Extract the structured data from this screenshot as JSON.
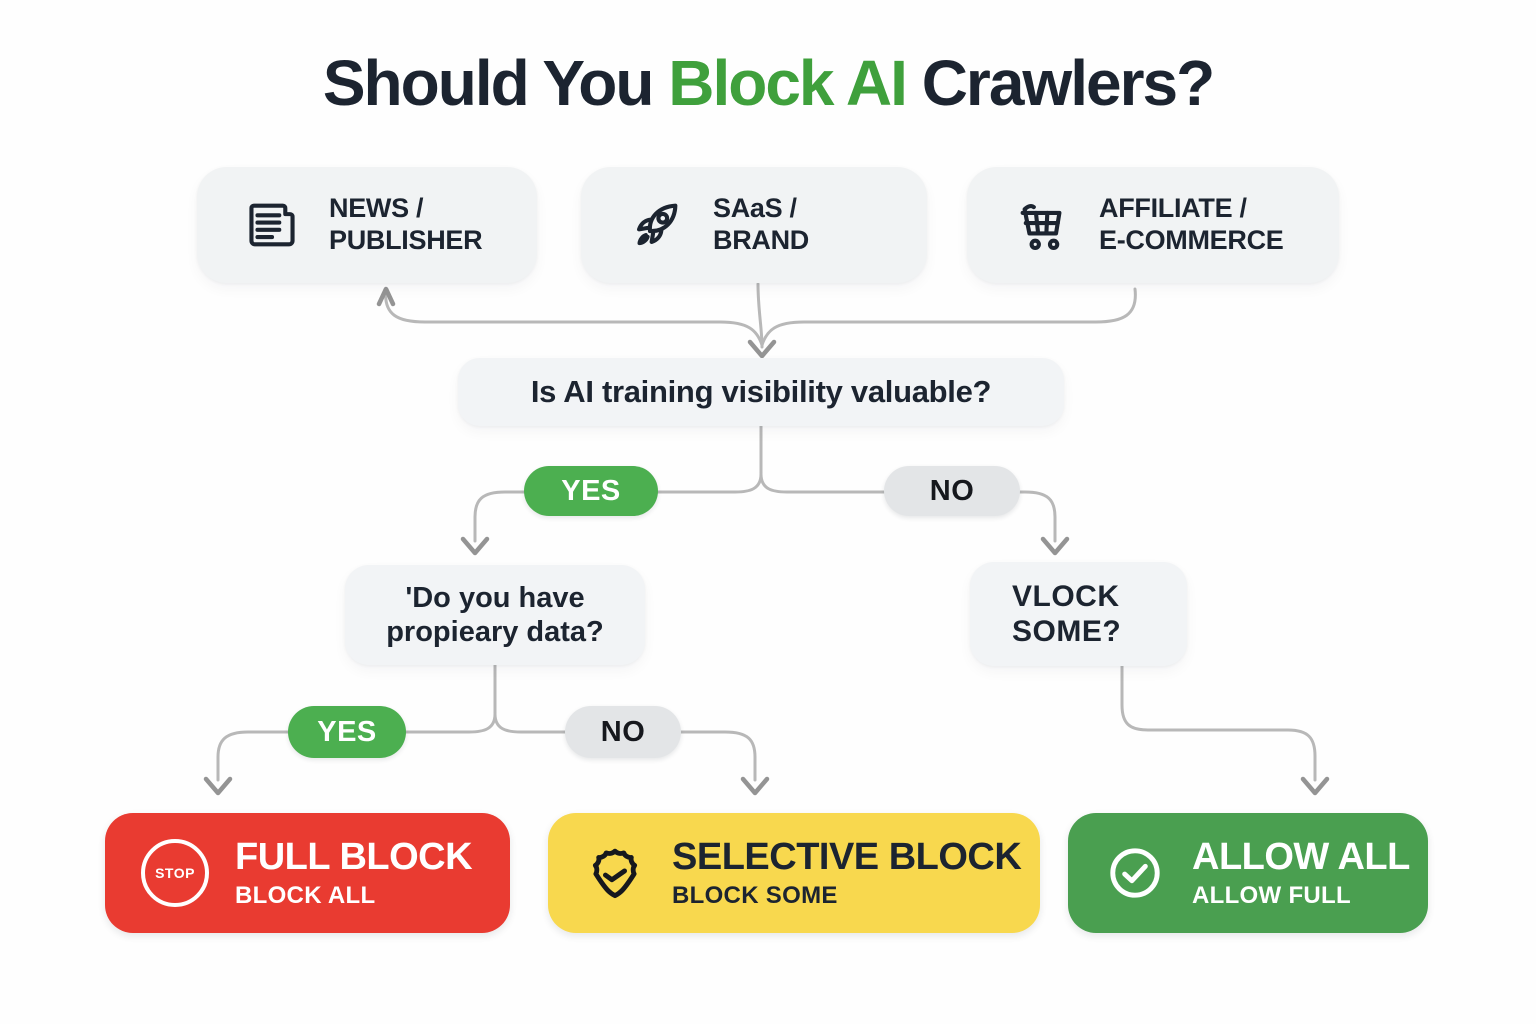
{
  "title": {
    "pre": "Should You ",
    "highlight": "Block AI",
    "post": " Crawlers?"
  },
  "categories": [
    {
      "line1": "NEWS /",
      "line2": "PUBLISHER",
      "icon": "newspaper-icon"
    },
    {
      "line1": "SAaS /",
      "line2": "BRAND",
      "icon": "rocket-icon"
    },
    {
      "line1": "AFFILIATE /",
      "line2": "E-COMMERCE",
      "icon": "cart-icon"
    }
  ],
  "question1": "Is AI training visibility valuable?",
  "branch1": {
    "yes": "YES",
    "no": "NO"
  },
  "question2": {
    "line1": "'Do you have",
    "line2": "propieary data?"
  },
  "question3": {
    "line1": "VLOCK",
    "line2": "SOME?"
  },
  "branch2": {
    "yes": "YES",
    "no": "NO"
  },
  "outcomes": [
    {
      "title": "FULL BLOCK",
      "subtitle": "BLOCK ALL",
      "icon": "stop-icon",
      "color": "#e93b31",
      "text_style": "light"
    },
    {
      "title": "SELECTIVE BLOCK",
      "subtitle": "BLOCK SOME",
      "icon": "shield-check-icon",
      "color": "#f8d84e",
      "text_style": "dark"
    },
    {
      "title": "ALLOW ALL",
      "subtitle": "ALLOW FULL",
      "icon": "check-circle-icon",
      "color": "#4a9f50",
      "text_style": "light"
    }
  ],
  "stop_icon_text": "STOP",
  "colors": {
    "accent_green": "#4caf50",
    "title_green": "#3fa03c",
    "neutral_pill": "#e3e5e7",
    "node_gray": "#f1f3f4",
    "wire_gray": "#b8b8b8",
    "ink": "#1c2430"
  }
}
